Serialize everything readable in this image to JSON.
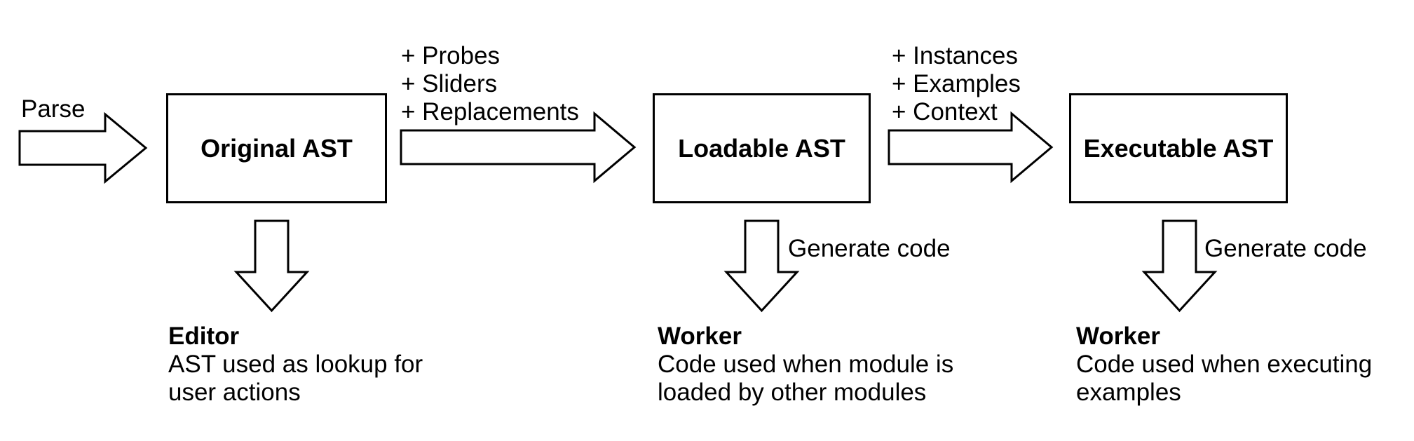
{
  "colors": {
    "background": "#ffffff",
    "line": "#000000",
    "text": "#000000"
  },
  "parse": {
    "label": "Parse"
  },
  "stages": [
    {
      "label": "Original AST"
    },
    {
      "label": "Loadable AST"
    },
    {
      "label": "Executable AST"
    }
  ],
  "transitions": [
    {
      "annotations": [
        "+ Probes",
        "+ Sliders",
        "+ Replacements"
      ]
    },
    {
      "annotations": [
        "+ Instances",
        "+ Examples",
        "+ Context"
      ]
    }
  ],
  "generate_code_labels": [
    "Generate code",
    "Generate code"
  ],
  "outputs": [
    {
      "title": "Editor",
      "description_lines": [
        "AST used as lookup for",
        "user actions"
      ]
    },
    {
      "title": "Worker",
      "description_lines": [
        "Code used when module is",
        "loaded by other modules"
      ]
    },
    {
      "title": "Worker",
      "description_lines": [
        "Code used when executing",
        "examples"
      ]
    }
  ]
}
